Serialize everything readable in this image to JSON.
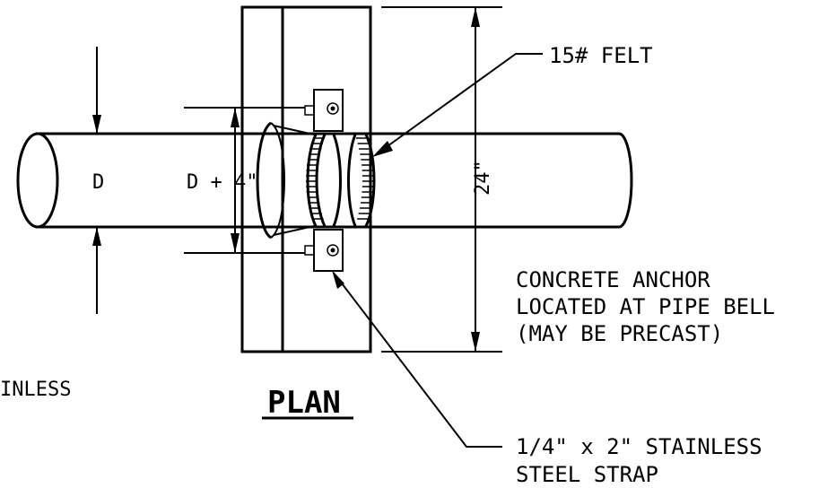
{
  "labels": {
    "felt": "15# FELT",
    "dim_d": "D",
    "dim_d4": "D + 4\"",
    "dim_24": "24\"",
    "anchor_line1": "CONCRETE ANCHOR",
    "anchor_line2": "LOCATED AT PIPE BELL",
    "anchor_line3": "(MAY BE PRECAST)",
    "strap_line1": "1/4\" x 2\" STAINLESS",
    "strap_line2": "STEEL STRAP",
    "cut_text": "INLESS",
    "view_title": "PLAN"
  }
}
